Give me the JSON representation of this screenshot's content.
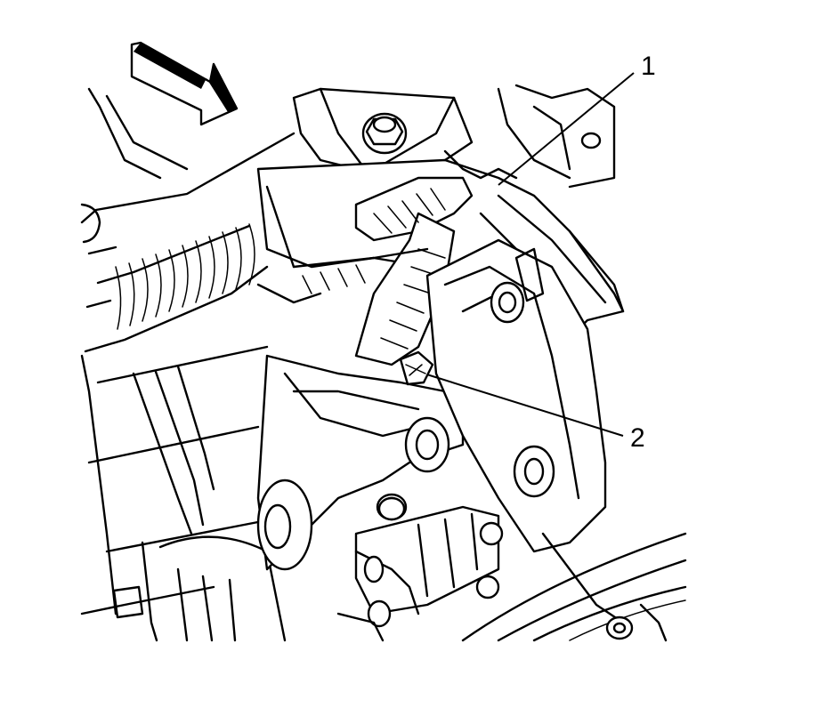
{
  "callouts": [
    {
      "id": "1",
      "text": "1"
    },
    {
      "id": "2",
      "text": "2"
    }
  ],
  "view_arrow_icon": "direction-arrow-icon",
  "colors": {
    "line": "#000000",
    "background": "#ffffff"
  }
}
